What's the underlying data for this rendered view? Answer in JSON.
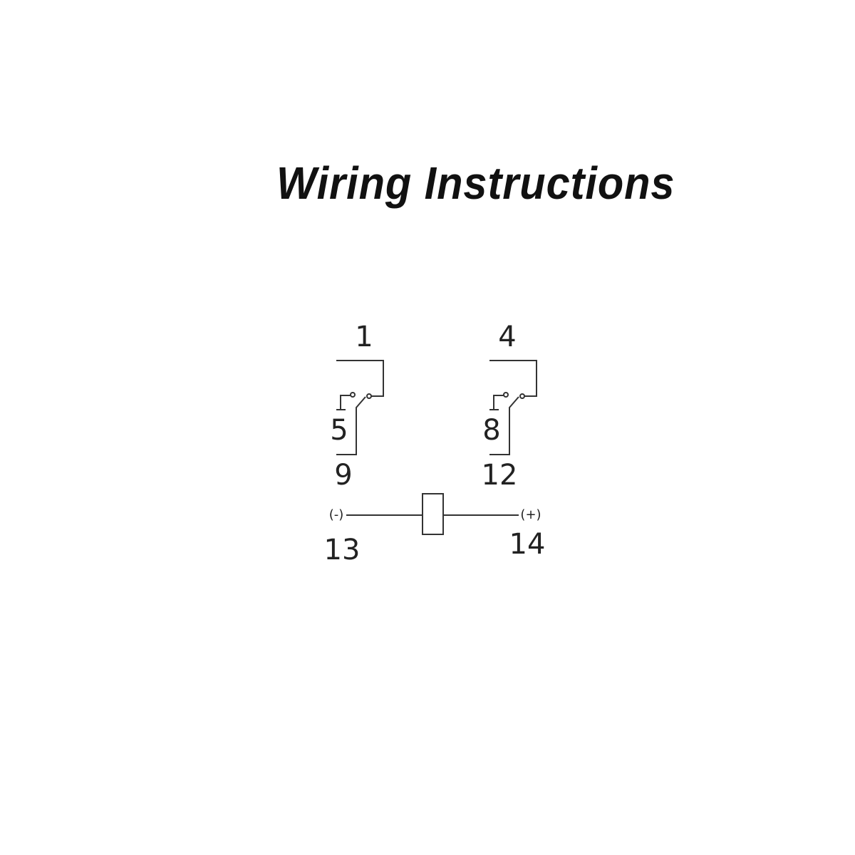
{
  "title": "Wiring Instructions",
  "diagram": {
    "contacts": [
      {
        "common": "1",
        "normally_closed": "5",
        "normally_open": "9"
      },
      {
        "common": "4",
        "normally_closed": "8",
        "normally_open": "12"
      }
    ],
    "coil": {
      "negative_terminal": "13",
      "positive_terminal": "14",
      "negative_symbol": "(-)",
      "positive_symbol": "(+)"
    }
  }
}
